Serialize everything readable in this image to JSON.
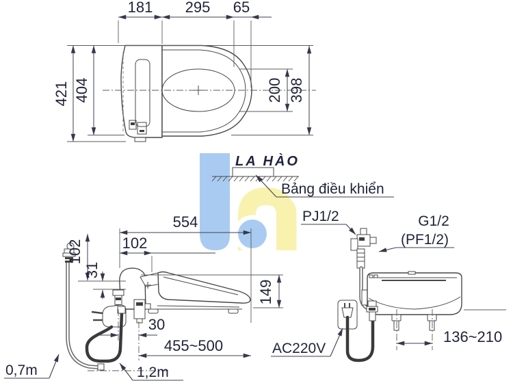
{
  "top_view": {
    "dim_width_back": "181",
    "dim_width_mid": "295",
    "dim_width_front": "65",
    "dim_depth_total": "421",
    "dim_depth_body": "404",
    "dim_opening": "200",
    "dim_lid_width": "398"
  },
  "control_panel": {
    "label": "Bảng điều khiển"
  },
  "watermark": {
    "brand": "LA HÀO",
    "blue": "#a9cbf1",
    "yellow": "#f8f2ae",
    "brand_color": "#8fbde9"
  },
  "side_view": {
    "dim_total_length": "554",
    "dim_height_back": "102",
    "dim_hinge_offset": "102",
    "dim_step": "31",
    "dim_seat_height": "149",
    "dim_inlet_offset": "30",
    "dim_bowl_range": "455~500",
    "hose_length": "0,7m",
    "cord_length": "1,2m"
  },
  "front_view": {
    "inlet_label": "PJ1/2",
    "thread_label": "G1/2",
    "thread_alt_label": "(PF1/2)",
    "power_label": "AC220V",
    "dim_bolt_range": "136~210"
  }
}
